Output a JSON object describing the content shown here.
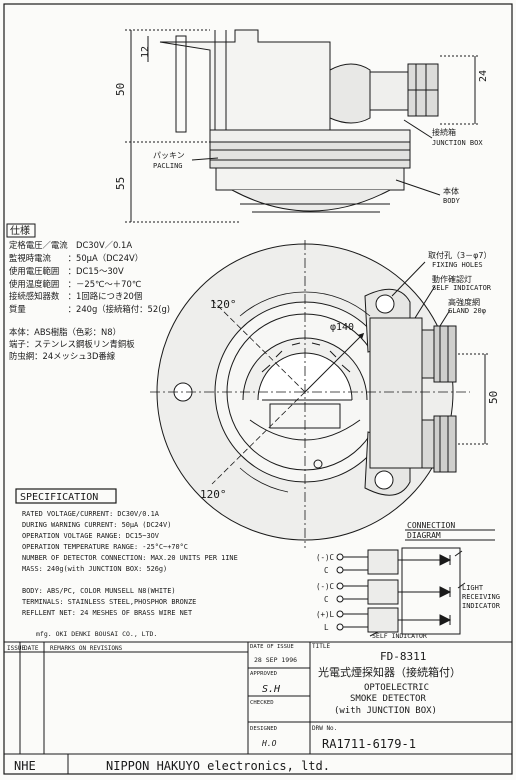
{
  "drawing": {
    "dims": {
      "d_12": "12",
      "d_24": "24",
      "d_50_top": "50",
      "d_55": "55",
      "d_50_right": "50",
      "d_phi140": "φ140",
      "angle_120_a": "120°",
      "angle_120_b": "120°"
    },
    "labels": {
      "junction_jp": "接続箱",
      "junction_en": "JUNCTION BOX",
      "packing_jp": "パッキン",
      "packing_en": "PACLING",
      "body_jp": "本体",
      "body_en": "BODY",
      "fixing_jp": "取付孔（3－φ7）",
      "fixing_en": "FIXING HOLES",
      "indicator_jp": "動作確認灯",
      "indicator_en": "SELF INDICATOR",
      "gland_jp": "高強度網",
      "gland_en": "GLAND 20φ"
    }
  },
  "spec_jp": {
    "heading": "仕様",
    "rows": [
      "定格電圧／電流　DC30V／0.1A",
      "監視時電流　　：50μA（DC24V）",
      "使用電圧範囲　：DC15～30V",
      "使用温度範囲　：－25℃～＋70℃",
      "接続感知器数　：1回路につき20個",
      "質量　　　　　：240g（接続箱付：52(g)",
      "本体：ABS樹脂（色彩：N8）",
      "端子：ステンレス鋼板リン青銅板",
      "防虫網：24メッシュ3D番線"
    ]
  },
  "spec_en": {
    "heading": "SPECIFICATION",
    "rows": [
      "RATED VOLTAGE/CURRENT:     DC30V/0.1A",
      "DURING WARNING CURRENT:    50μA (DC24V)",
      "OPERATION VOLTAGE RANGE:   DC15~3OV",
      "OPERATION TEMPERATURE RANGE:  -25°C~+70°C",
      "NUMBER OF DETECTOR CONNECTION:  MAX.20 UNITS PER 1INE",
      "MASS:  240g(with JUNCTION BOX: 526g)",
      "",
      "BODY:  ABS/PC, COLOR MUNSELL N8(WHITE)",
      "TERMINALS:  STAINLESS STEEL,PHOSPHOR BRONZE",
      "REFLLENT NET:  24 MESHES OF BRASS WIRE NET"
    ],
    "maker": "mfg. OKI DENKI BOUSAI CO., LTD."
  },
  "diagram": {
    "title_a": "CONNECTION",
    "title_b": "DIAGRAM",
    "terminals": [
      "(-)C",
      "C",
      "(-)C",
      "C",
      "(+)L",
      "L"
    ],
    "light_label": "LIGHT",
    "receiving_label": "RECEIVING",
    "indicator_label": "INDICATOR",
    "self_indicator": "SELF INDICATOR"
  },
  "title_block": {
    "col_issue": "ISSUE",
    "col_date": "DATE",
    "col_remarks": "REMARKS ON REVISIONS",
    "date_of_issue_label": "DATE OF ISSUE",
    "date_of_issue": "28 SEP 1996",
    "title_label": "TITLE",
    "model": "FD-8311",
    "title_jp": "光電式煙探知器（接続箱付）",
    "title_en_1": "OPTOELECTRIC",
    "title_en_2": "SMOKE  DETECTOR",
    "title_en_3": "(with JUNCTION BOX)",
    "approved_label": "APPROVED",
    "approved_sig": "S.H",
    "checked_label": "CHECKED",
    "designed_label": "DESIGNED",
    "designed_sig": "H.O",
    "dwg_label": "DRW No.",
    "dwg_no": "RA1711-6179-1",
    "company_abbr": "NHE",
    "company_name": "NIPPON  HAKUYO  electronics, ltd."
  }
}
